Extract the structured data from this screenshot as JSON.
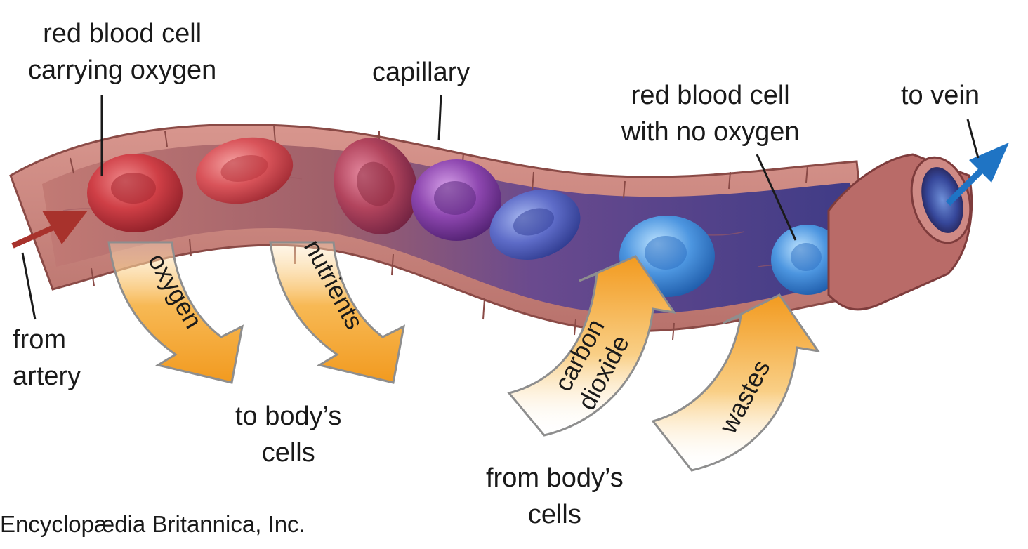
{
  "labels": {
    "rbc_oxygen": [
      "red blood cell",
      "carrying oxygen"
    ],
    "capillary": "capillary",
    "rbc_no_oxygen": [
      "red blood cell",
      "with no oxygen"
    ],
    "to_vein": "to vein",
    "from_artery": [
      "from",
      "artery"
    ],
    "to_body_cells": [
      "to body’s",
      "cells"
    ],
    "from_body_cells": [
      "from body’s",
      "cells"
    ],
    "credit": "Encyclopædia Britannica, Inc."
  },
  "arrows": {
    "oxygen": "oxygen",
    "nutrients": "nutrients",
    "carbon_dioxide": [
      "carbon",
      "dioxide"
    ],
    "wastes": "wastes"
  },
  "colors": {
    "vessel_wall": "#c9847c",
    "vessel_dark": "#9c5a55",
    "lumen_start": "#b9716c",
    "lumen_end": "#4d3f8c",
    "rbc_oxygenated": "#c4343a",
    "rbc_transition": "#8a3d9a",
    "rbc_deoxygenated": "#3f7fcf",
    "exchange_arrow": "#f5a623",
    "artery_arrow": "#a8322c",
    "vein_arrow": "#1f74c4"
  }
}
